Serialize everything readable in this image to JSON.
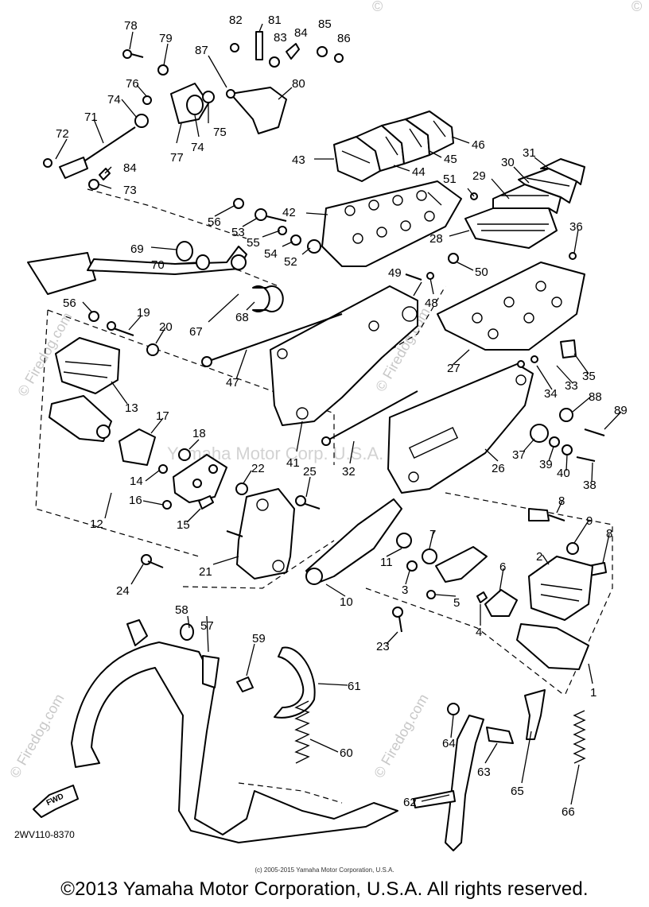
{
  "labels": [
    "1",
    "2",
    "3",
    "4",
    "5",
    "6",
    "7",
    "8",
    "9",
    "10",
    "11",
    "12",
    "13",
    "14",
    "15",
    "16",
    "17",
    "18",
    "19",
    "20",
    "21",
    "22",
    "23",
    "24",
    "25",
    "26",
    "27",
    "28",
    "29",
    "30",
    "31",
    "32",
    "33",
    "34",
    "35",
    "36",
    "37",
    "38",
    "39",
    "40",
    "41",
    "42",
    "43",
    "44",
    "45",
    "46",
    "47",
    "48",
    "49",
    "50",
    "51",
    "52",
    "53",
    "54",
    "55",
    "56",
    "57",
    "58",
    "59",
    "60",
    "61",
    "62",
    "63",
    "64",
    "65",
    "66",
    "67",
    "68",
    "69",
    "70",
    "71",
    "72",
    "73",
    "74",
    "75",
    "76",
    "77",
    "78",
    "79",
    "80",
    "81",
    "82",
    "83",
    "84",
    "85",
    "86",
    "87",
    "88",
    "89"
  ],
  "extra_labels": {
    "l8b": "8",
    "l56b": "56",
    "l74b": "74",
    "l84b": "84"
  },
  "watermarks": {
    "center": "Yamaha Motor Corp. U.S.A.",
    "site": "© Firedog.com",
    "symbol": "©"
  },
  "diagram_code": "2WV110-8370",
  "fwd_badge": "FWD",
  "source_line": "(c) 2005-2015 Yamaha Motor Corporation, U.S.A.",
  "copyright": "©2013 Yamaha Motor Corporation, U.S.A. All rights reserved."
}
